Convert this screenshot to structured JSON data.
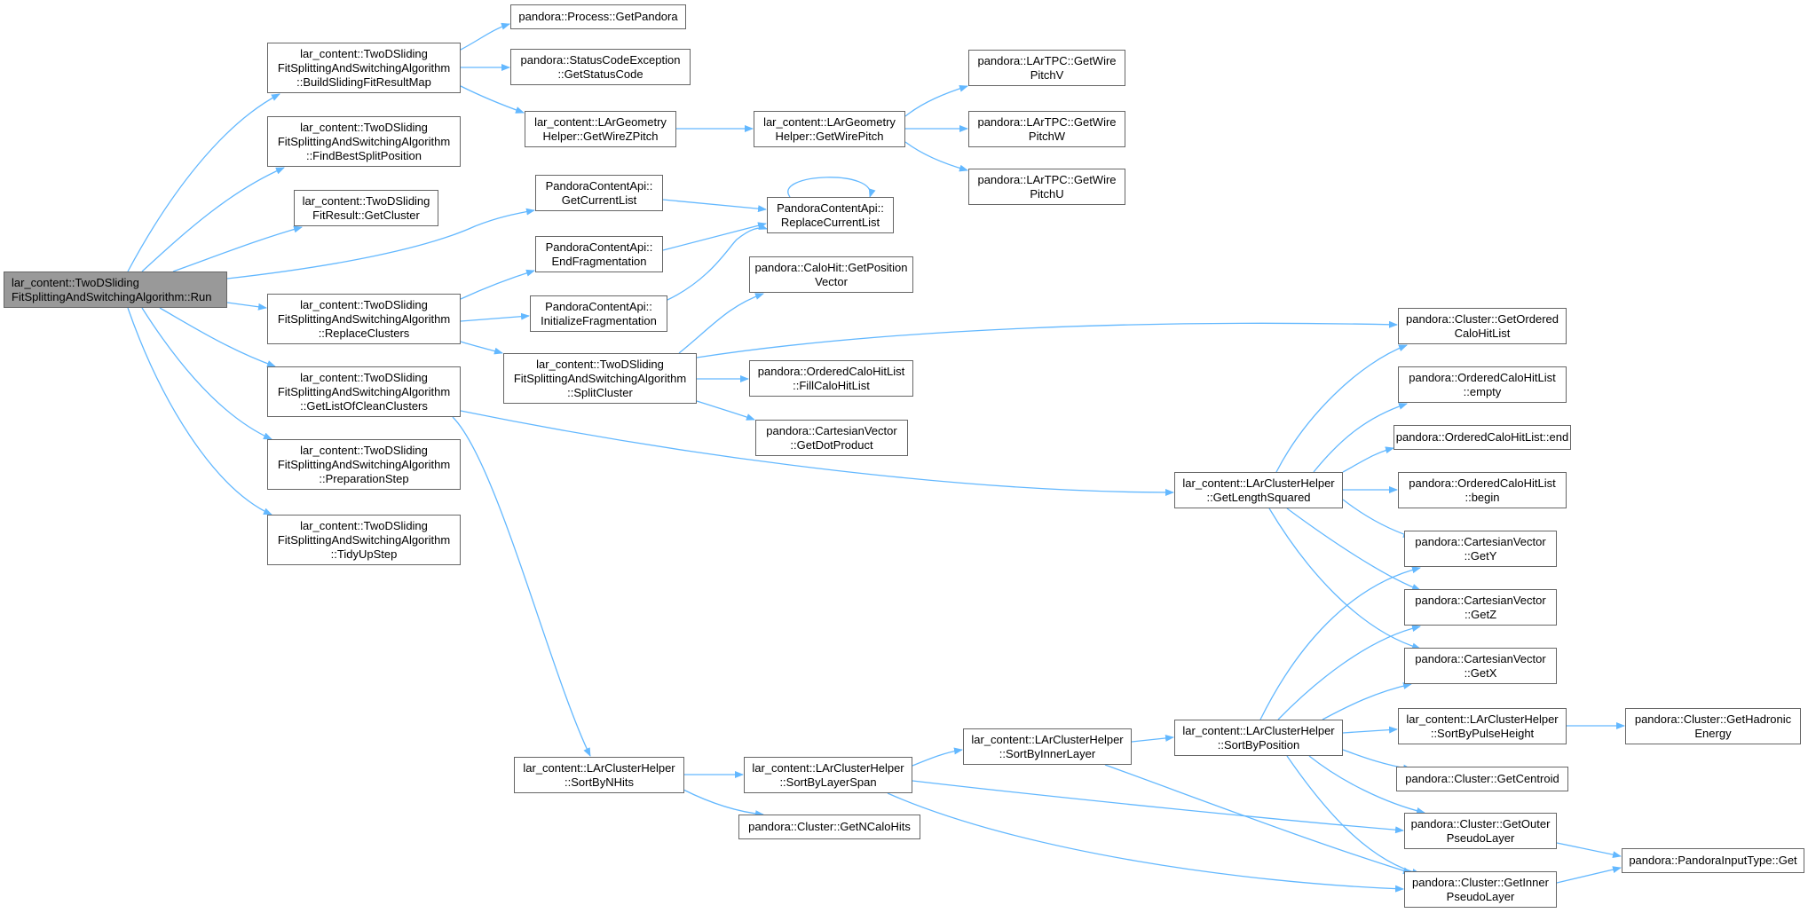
{
  "colors": {
    "edge": "#63b8ff",
    "border": "#666666",
    "root_fill": "#999999",
    "node_fill": "#ffffff"
  },
  "nodes": {
    "run": "lar_content::TwoDSliding\nFitSplittingAndSwitchingAlgorithm::Run",
    "build": "lar_content::TwoDSliding\nFitSplittingAndSwitchingAlgorithm\n::BuildSlidingFitResultMap",
    "findbest": "lar_content::TwoDSliding\nFitSplittingAndSwitchingAlgorithm\n::FindBestSplitPosition",
    "getcluster": "lar_content::TwoDSliding\nFitResult::GetCluster",
    "replaceclusters": "lar_content::TwoDSliding\nFitSplittingAndSwitchingAlgorithm\n::ReplaceClusters",
    "getlistclean": "lar_content::TwoDSliding\nFitSplittingAndSwitchingAlgorithm\n::GetListOfCleanClusters",
    "prepstep": "lar_content::TwoDSliding\nFitSplittingAndSwitchingAlgorithm\n::PreparationStep",
    "tidyup": "lar_content::TwoDSliding\nFitSplittingAndSwitchingAlgorithm\n::TidyUpStep",
    "getpandora": "pandora::Process::GetPandora",
    "getstatuscode": "pandora::StatusCodeException\n::GetStatusCode",
    "getwirezpitch": "lar_content::LArGeometry\nHelper::GetWireZPitch",
    "getwirepitch": "lar_content::LArGeometry\nHelper::GetWirePitch",
    "pitchv": "pandora::LArTPC::GetWire\nPitchV",
    "pitchw": "pandora::LArTPC::GetWire\nPitchW",
    "pitchu": "pandora::LArTPC::GetWire\nPitchU",
    "getcurrentlist": "PandoraContentApi::\nGetCurrentList",
    "replacecurrentlist": "PandoraContentApi::\nReplaceCurrentList",
    "endfrag": "PandoraContentApi::\nEndFragmentation",
    "initfrag": "PandoraContentApi::\nInitializeFragmentation",
    "splitcluster": "lar_content::TwoDSliding\nFitSplittingAndSwitchingAlgorithm\n::SplitCluster",
    "getposvec": "pandora::CaloHit::GetPosition\nVector",
    "fillcalohit": "pandora::OrderedCaloHitList\n::FillCaloHitList",
    "getdot": "pandora::CartesianVector\n::GetDotProduct",
    "getordered": "pandora::Cluster::GetOrdered\nCaloHitList",
    "empty": "pandora::OrderedCaloHitList\n::empty",
    "end": "pandora::OrderedCaloHitList::end",
    "begin": "pandora::OrderedCaloHitList\n::begin",
    "getlengthsq": "lar_content::LArClusterHelper\n::GetLengthSquared",
    "gety": "pandora::CartesianVector\n::GetY",
    "getz": "pandora::CartesianVector\n::GetZ",
    "getx": "pandora::CartesianVector\n::GetX",
    "sortbypulse": "lar_content::LArClusterHelper\n::SortByPulseHeight",
    "gethadronic": "pandora::Cluster::GetHadronic\nEnergy",
    "sortbypos": "lar_content::LArClusterHelper\n::SortByPosition",
    "getcentroid": "pandora::Cluster::GetCentroid",
    "getouter": "pandora::Cluster::GetOuter\nPseudoLayer",
    "getinner": "pandora::Cluster::GetInner\nPseudoLayer",
    "pandorainputget": "pandora::PandoraInputType::Get",
    "sortbyinner": "lar_content::LArClusterHelper\n::SortByInnerLayer",
    "sortbylayerspan": "lar_content::LArClusterHelper\n::SortByLayerSpan",
    "sortbynhits": "lar_content::LArClusterHelper\n::SortByNHits",
    "getncalohits": "pandora::Cluster::GetNCaloHits"
  }
}
